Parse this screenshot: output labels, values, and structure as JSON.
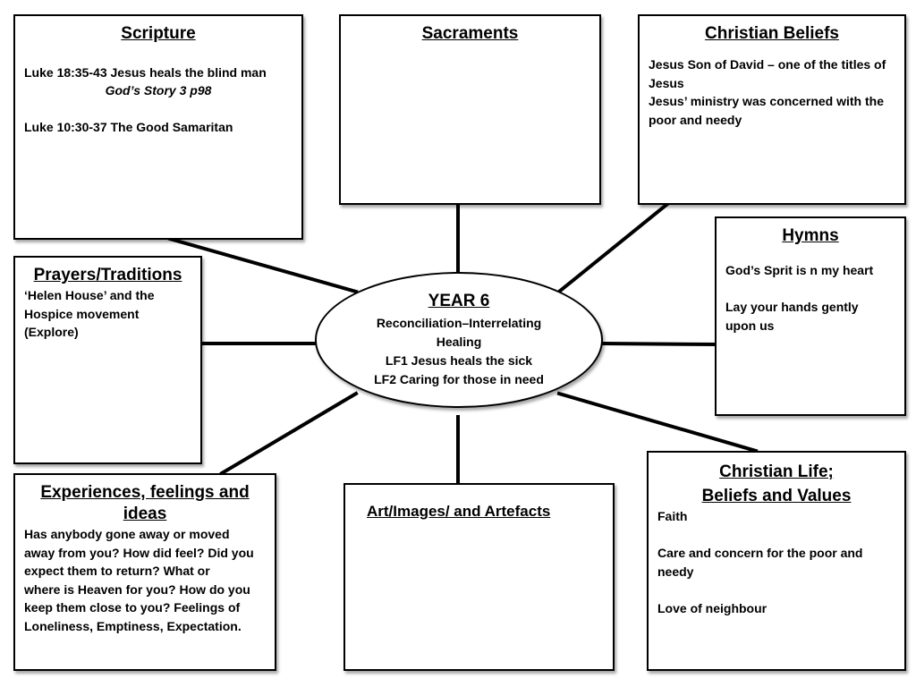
{
  "center": {
    "title": "YEAR 6",
    "lines": [
      "Reconciliation–Interrelating",
      "Healing",
      "LF1 Jesus heals the sick",
      "LF2 Caring for those in need"
    ]
  },
  "scripture": {
    "title": "Scripture",
    "line1": "Luke 18:35-43 Jesus heals the blind man",
    "line2": "God’s Story 3 p98",
    "line3": "Luke 10:30-37 The Good Samaritan"
  },
  "sacraments": {
    "title": "Sacraments"
  },
  "christian_beliefs": {
    "title": "Christian Beliefs",
    "lines": [
      "Jesus Son of David – one of the titles of",
      "Jesus",
      "Jesus’ ministry was concerned with the",
      "poor and needy"
    ]
  },
  "hymns": {
    "title": "Hymns",
    "line1": "God’s Sprit is n my heart",
    "line2": "Lay your hands gently",
    "line3": "upon us"
  },
  "prayers": {
    "title": "Prayers/Traditions",
    "lines": [
      "‘Helen House’ and the",
      "Hospice movement",
      "(Explore)"
    ]
  },
  "experiences": {
    "title_line1": "Experiences, feelings and",
    "title_line2": "ideas",
    "lines": [
      "Has anybody gone away or moved",
      "away from you? How did feel? Did you",
      "expect them to return?  What or",
      "where is Heaven for you? How do you",
      "keep them close to you? Feelings of",
      "Loneliness, Emptiness, Expectation."
    ]
  },
  "art": {
    "title": "Art/Images/ and Artefacts"
  },
  "christian_life": {
    "title_line1": "Christian Life;",
    "title_line2": "Beliefs and Values",
    "line1": "Faith",
    "line2": "Care and concern for the poor and",
    "line3": "needy",
    "line4": "Love of neighbour"
  }
}
